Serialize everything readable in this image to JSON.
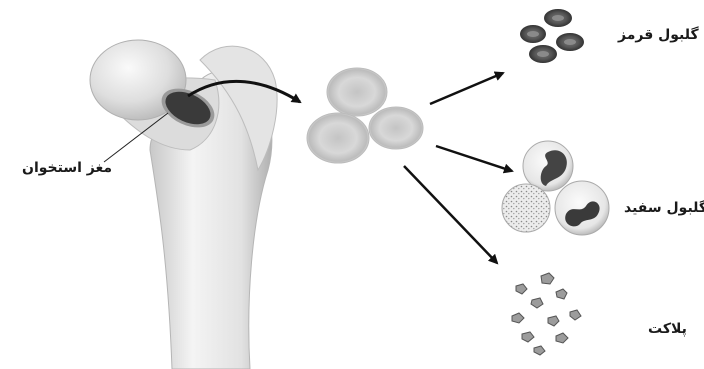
{
  "labels": {
    "bone_marrow": "مغز استخوان",
    "red_blood_cell": "گلبول قرمز",
    "white_blood_cell": "گلبول سفید",
    "platelet": "پلاکت"
  },
  "colors": {
    "bone": "#d9d9d9",
    "marrow": "#3a3a3a",
    "arrow": "#111111",
    "cell": "#c9c9c9"
  }
}
